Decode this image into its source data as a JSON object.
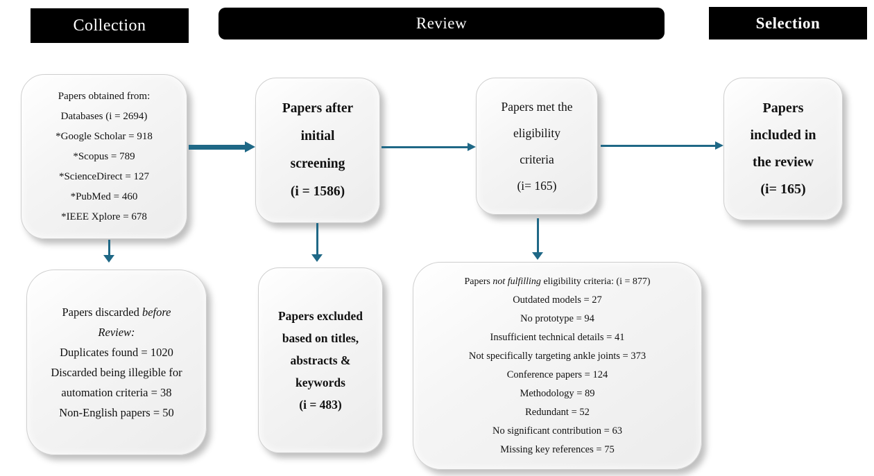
{
  "colors": {
    "header_bg": "#000000",
    "header_text": "#ffffff",
    "arrow": "#1f6886",
    "box_fill": "#f0f0f0"
  },
  "headers": {
    "collection": "Collection",
    "review": "Review",
    "selection": "Selection"
  },
  "boxes": {
    "obtained": {
      "lines": [
        "Papers obtained from:",
        "Databases (i = 2694)",
        "*Google Scholar = 918",
        "*Scopus = 789",
        "*ScienceDirect = 127",
        "*PubMed = 460",
        "*IEEE Xplore = 678"
      ]
    },
    "after_screening": {
      "lines": [
        "Papers after",
        "initial",
        "screening",
        "(i = 1586)"
      ]
    },
    "eligibility": {
      "lines": [
        "Papers met the",
        "eligibility",
        "criteria",
        "(i= 165)"
      ]
    },
    "included": {
      "lines": [
        "Papers",
        "included in",
        "the review",
        "(i= 165)"
      ]
    },
    "discarded": {
      "line1_normal": "Papers discarded ",
      "line1_italic": "before",
      "line2_italic": "Review:",
      "lines": [
        "Duplicates found = 1020",
        "Discarded being illegible for",
        "automation criteria =  38",
        "Non-English papers =  50"
      ]
    },
    "excluded": {
      "lines": [
        "Papers excluded",
        "based on titles,",
        "abstracts &",
        "keywords",
        "(i = 483)"
      ]
    },
    "not_fulfilling": {
      "title_normal1": "Papers ",
      "title_italic": "not fulfilling",
      "title_normal2": " eligibility criteria:  (i = 877)",
      "lines": [
        "Outdated models  =  27",
        "No prototype = 94",
        "Insufficient technical details = 41",
        "Not specifically targeting ankle joints =  373",
        "Conference papers  = 124",
        "Methodology = 89",
        "Redundant =  52",
        "No significant contribution =  63",
        "Missing key references = 75"
      ]
    }
  }
}
